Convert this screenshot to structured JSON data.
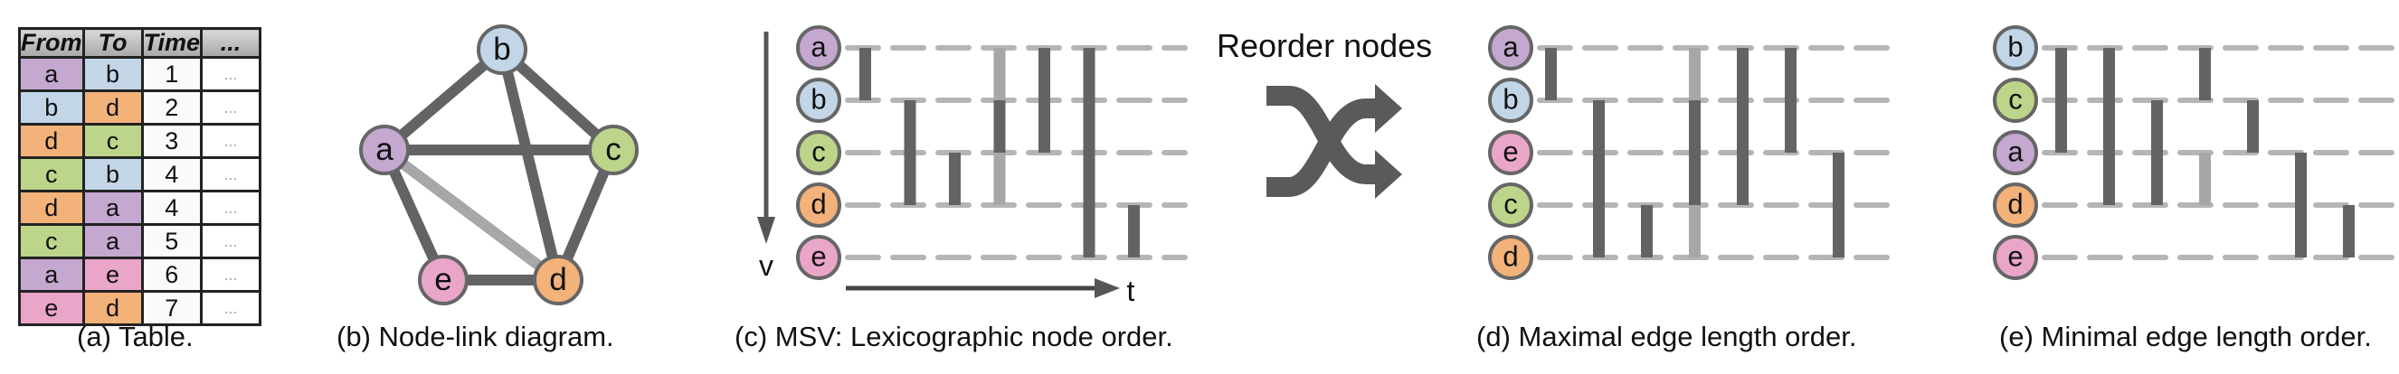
{
  "colors": {
    "a": "#c4a8cf",
    "b": "#c2d6e8",
    "c": "#bcd58a",
    "d": "#f2b27a",
    "e": "#eaa6c8",
    "edge_dark": "#636365",
    "edge_light": "#a6a7a9",
    "dash": "#b5b5b7",
    "node_stroke": "#666666"
  },
  "table": {
    "headers": [
      "From",
      "To",
      "Time",
      "..."
    ],
    "rows": [
      {
        "from": "a",
        "to": "b",
        "time": "1",
        "more": "..."
      },
      {
        "from": "b",
        "to": "d",
        "time": "2",
        "more": "..."
      },
      {
        "from": "d",
        "to": "c",
        "time": "3",
        "more": "..."
      },
      {
        "from": "c",
        "to": "b",
        "time": "4",
        "more": "..."
      },
      {
        "from": "d",
        "to": "a",
        "time": "4",
        "more": "..."
      },
      {
        "from": "c",
        "to": "a",
        "time": "5",
        "more": "..."
      },
      {
        "from": "a",
        "to": "e",
        "time": "6",
        "more": "..."
      },
      {
        "from": "e",
        "to": "d",
        "time": "7",
        "more": "..."
      }
    ]
  },
  "node_link": {
    "nodes": [
      "a",
      "b",
      "c",
      "d",
      "e"
    ],
    "edges": [
      {
        "from": "a",
        "to": "b",
        "style": "dark"
      },
      {
        "from": "b",
        "to": "c",
        "style": "dark"
      },
      {
        "from": "b",
        "to": "d",
        "style": "dark"
      },
      {
        "from": "a",
        "to": "c",
        "style": "dark"
      },
      {
        "from": "c",
        "to": "d",
        "style": "dark"
      },
      {
        "from": "a",
        "to": "e",
        "style": "dark"
      },
      {
        "from": "e",
        "to": "d",
        "style": "dark"
      },
      {
        "from": "a",
        "to": "d",
        "style": "light"
      }
    ]
  },
  "msv_edges": [
    {
      "from": "a",
      "to": "b",
      "t": 1,
      "style": "dark"
    },
    {
      "from": "b",
      "to": "d",
      "t": 2,
      "style": "dark"
    },
    {
      "from": "d",
      "to": "c",
      "t": 3,
      "style": "dark"
    },
    {
      "from": "d",
      "to": "a",
      "t": 4,
      "style": "light"
    },
    {
      "from": "c",
      "to": "b",
      "t": 4,
      "style": "dark"
    },
    {
      "from": "c",
      "to": "a",
      "t": 5,
      "style": "dark"
    },
    {
      "from": "a",
      "to": "e",
      "t": 6,
      "style": "dark"
    },
    {
      "from": "e",
      "to": "d",
      "t": 7,
      "style": "dark"
    }
  ],
  "msv_panels": [
    {
      "id": "lexicographic",
      "order": [
        "a",
        "b",
        "c",
        "d",
        "e"
      ],
      "axis_v": "v",
      "axis_t": "t"
    },
    {
      "id": "maximal",
      "order": [
        "a",
        "b",
        "e",
        "c",
        "d"
      ]
    },
    {
      "id": "minimal",
      "order": [
        "b",
        "c",
        "a",
        "d",
        "e"
      ]
    }
  ],
  "reorder_label": "Reorder nodes",
  "captions": {
    "a": "(a) Table.",
    "b": "(b) Node-link diagram.",
    "c": "(c) MSV: Lexicographic node order.",
    "d": "(d) Maximal edge length order.",
    "e": "(e) Minimal edge length order."
  }
}
